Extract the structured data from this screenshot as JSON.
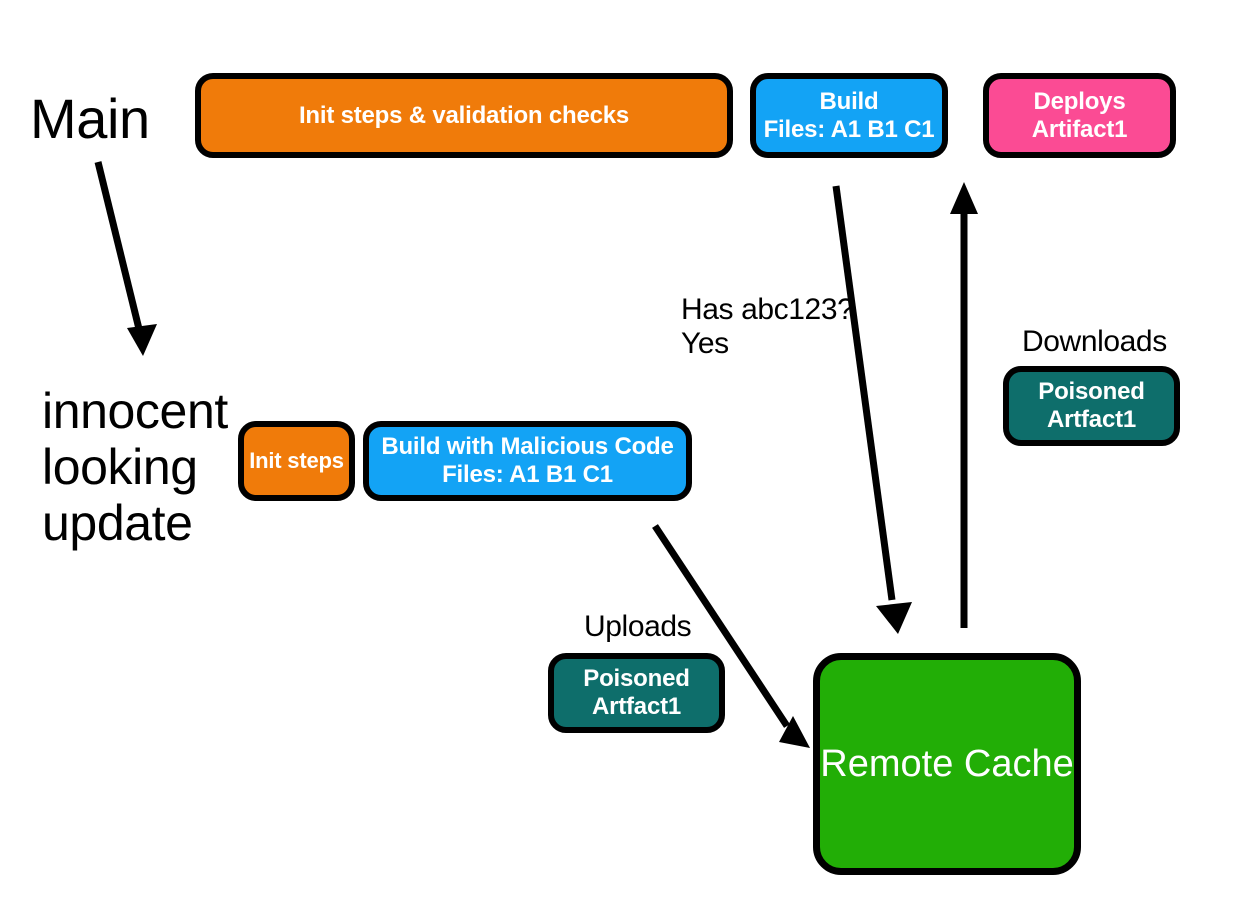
{
  "diagram": {
    "title": "CI/CD remote cache poisoning attack flow",
    "colors": {
      "orange": "#F07B0A",
      "blue": "#13A3F5",
      "pink": "#FB4B94",
      "teal": "#0E6E6B",
      "green": "#22AE06",
      "outline": "#000000",
      "text_on_fill": "#FFFFFF",
      "plain_text": "#000000"
    },
    "labels": {
      "main_branch": "Main",
      "feature_branch": "innocent\nlooking\nupdate",
      "cache_query": "Has abc123?\nYes",
      "uploads": "Uploads",
      "downloads": "Downloads"
    },
    "main_pipeline": [
      {
        "id": "main-init",
        "label": "Init steps & validation checks",
        "color": "orange"
      },
      {
        "id": "main-build",
        "label": "Build\nFiles: A1  B1  C1",
        "color": "blue"
      },
      {
        "id": "main-deploy",
        "label": "Deploys\nArtifact1",
        "color": "pink"
      }
    ],
    "attack_pipeline": [
      {
        "id": "attack-init",
        "label": "Init steps",
        "color": "orange"
      },
      {
        "id": "attack-build",
        "label": "Build with Malicious Code\nFiles: A1  B1  C1",
        "color": "blue"
      }
    ],
    "artifacts": [
      {
        "id": "artifact-upload",
        "label": "Poisoned\nArtfact1",
        "color": "teal"
      },
      {
        "id": "artifact-download",
        "label": "Poisoned\nArtfact1",
        "color": "teal"
      }
    ],
    "store": {
      "id": "remote-cache",
      "label": "Remote Cache",
      "color": "green"
    },
    "arrows": [
      {
        "id": "main-to-feature",
        "from": "Main",
        "to": "innocent looking update"
      },
      {
        "id": "build-to-cache",
        "from": "Build",
        "to": "Remote Cache"
      },
      {
        "id": "cache-to-deploy",
        "from": "Remote Cache",
        "to": "Deploys Artifact1"
      },
      {
        "id": "malicious-build-to-cache",
        "from": "Build with Malicious Code",
        "to": "Remote Cache"
      }
    ]
  }
}
